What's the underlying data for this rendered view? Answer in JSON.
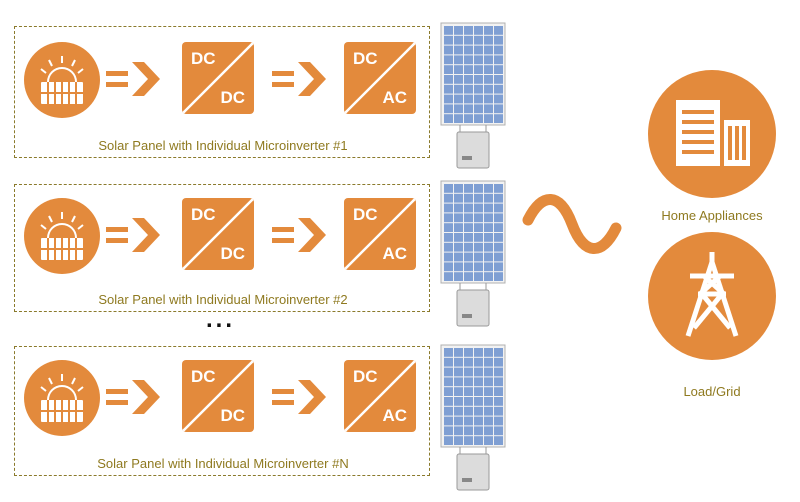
{
  "rows": [
    {
      "label": "Solar Panel with Individual Microinverter #1",
      "conv1": {
        "top": "DC",
        "bottom": "DC"
      },
      "conv2": {
        "top": "DC",
        "bottom": "AC"
      }
    },
    {
      "label": "Solar Panel with Individual Microinverter #2",
      "conv1": {
        "top": "DC",
        "bottom": "DC"
      },
      "conv2": {
        "top": "DC",
        "bottom": "AC"
      }
    },
    {
      "label": "Solar Panel with Individual Microinverter #N",
      "conv1": {
        "top": "DC",
        "bottom": "DC"
      },
      "conv2": {
        "top": "DC",
        "bottom": "AC"
      }
    }
  ],
  "ellipsis": "...",
  "outputs": {
    "home_label": "Home Appliances",
    "grid_label": "Load/Grid"
  },
  "colors": {
    "accent": "#e38a3c",
    "label_text": "#8f7a20",
    "dashed_border": "#8a7a2c",
    "panel_cell": "#7f9fd3"
  },
  "icons": [
    "sun-panel-icon",
    "double-chevron-arrow-icon",
    "solar-panel-image",
    "microinverter-box-image",
    "ac-sine-wave-icon",
    "building-icon",
    "transmission-tower-icon"
  ]
}
